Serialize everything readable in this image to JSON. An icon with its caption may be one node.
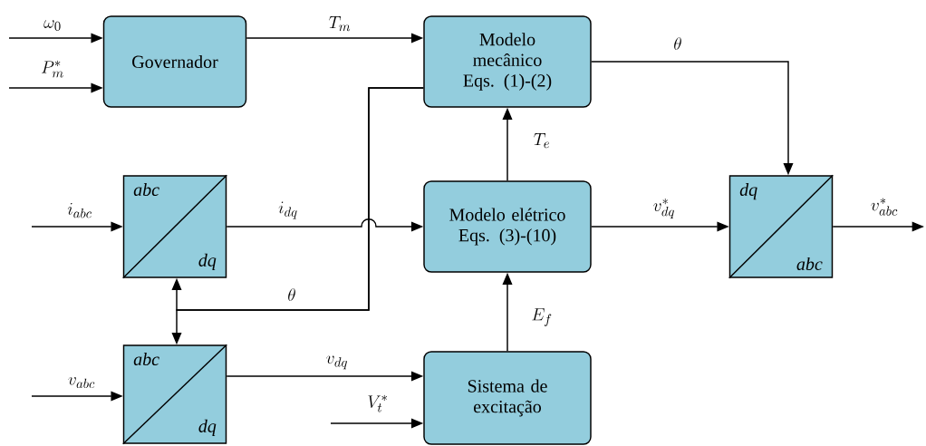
{
  "diagram": {
    "nodes": [
      {
        "text": [
          "Governador"
        ]
      },
      {
        "text": [
          "Modelo mecânico Eqs. (1)-(2)"
        ]
      },
      {
        "text": [
          "abc",
          "dq"
        ]
      },
      {
        "text": [
          "Modelo elétrico Eqs. (3)-(10)"
        ]
      },
      {
        "text": [
          "dq",
          "abc"
        ]
      },
      {
        "text": [
          "abc",
          "dq"
        ]
      },
      {
        "text": [
          "Sistema de excitação"
        ]
      }
    ],
    "edges": [
      {
        "from": null,
        "to": 0,
        "arrow": "to",
        "label": "\\omega_0"
      },
      {
        "from": null,
        "to": 0,
        "arrow": "to",
        "label": "P_m^*"
      },
      {
        "from": 0,
        "to": 1,
        "arrow": "to",
        "label": "T_m"
      },
      {
        "from": 1,
        "to": 4,
        "arrow": "to",
        "label": "\\theta"
      },
      {
        "from": 1,
        "to": 2,
        "arrow": "to",
        "label": "\\theta"
      },
      {
        "from": 1,
        "to": 5,
        "arrow": "to"
      },
      {
        "from": null,
        "to": 2,
        "arrow": "to",
        "label": "i_{abc}"
      },
      {
        "from": 2,
        "to": 3,
        "arrow": "to",
        "label": "i_{dq}"
      },
      {
        "from": 3,
        "to": 1,
        "arrow": "to",
        "label": "T_e"
      },
      {
        "from": 3,
        "to": 4,
        "arrow": "to",
        "label": "v_{dq}^*"
      },
      {
        "from": 4,
        "to": null,
        "arrow": "to",
        "label": "v_{abc}^*"
      },
      {
        "from": null,
        "to": 5,
        "arrow": "to",
        "label": "v_{abc}"
      },
      {
        "from": 5,
        "to": 6,
        "arrow": "to",
        "label": "v_{dq}"
      },
      {
        "from": null,
        "to": 6,
        "arrow": "to",
        "label": "V_t^*"
      },
      {
        "from": 6,
        "to": 3,
        "arrow": "to",
        "label": "E_f"
      }
    ]
  }
}
